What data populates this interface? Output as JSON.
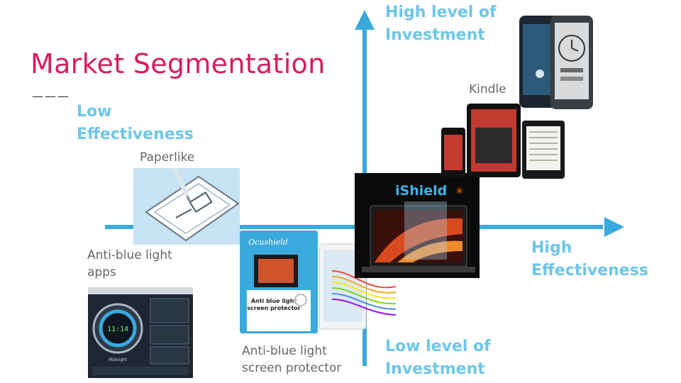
{
  "title": "Market Segmentation",
  "title_rule": "———",
  "axes": {
    "top": "High level of\nInvestment",
    "bottom": "Low level of\nInvestment",
    "left": "Low\nEffectiveness",
    "right": "High\nEffectiveness"
  },
  "products": {
    "paperlike": "Paperlike",
    "apps": "Anti-blue light\napps",
    "protector": "Anti-blue light\nscreen protector",
    "ishield": "iShield",
    "kindle": "Kindle"
  },
  "package": {
    "brand": "Ocushield",
    "line1": "Anti blue light",
    "line2": "screen protector"
  },
  "app_window": {
    "clock": "11:14",
    "bottom_label": "Midnight"
  },
  "colors": {
    "accent": "#d81b60",
    "axis": "#3aa9dc",
    "axis_label": "#6ec6e8"
  }
}
